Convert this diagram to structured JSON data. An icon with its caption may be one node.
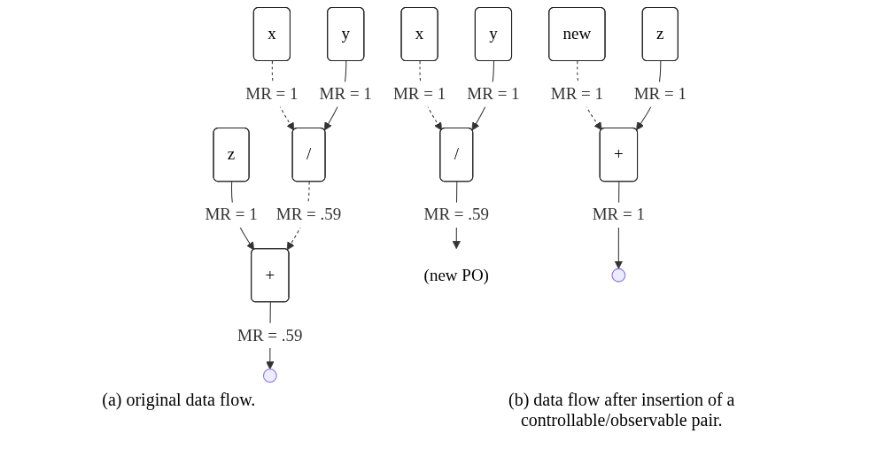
{
  "diagram": {
    "nodes": [
      {
        "text": [
          "x"
        ]
      },
      {
        "text": [
          "y"
        ]
      },
      {
        "text": [
          "z"
        ]
      },
      {
        "text": [
          "/"
        ]
      },
      {
        "text": [
          "+"
        ]
      },
      {
        "text": [],
        "shape": "circle"
      },
      {
        "text": [
          "x"
        ]
      },
      {
        "text": [
          "y"
        ]
      },
      {
        "text": [
          "new"
        ]
      },
      {
        "text": [
          "z"
        ]
      },
      {
        "text": [
          "/"
        ]
      },
      {
        "text": [
          "(new PO)"
        ]
      },
      {
        "text": [
          "+"
        ]
      },
      {
        "text": [],
        "shape": "circle"
      }
    ],
    "edges": [
      {
        "from": 0,
        "to": 3,
        "arrow": "to",
        "label": "MR = 1",
        "style": "dashed"
      },
      {
        "from": 1,
        "to": 3,
        "arrow": "to",
        "label": "MR = 1"
      },
      {
        "from": 2,
        "to": 4,
        "arrow": "to",
        "label": "MR = 1"
      },
      {
        "from": 3,
        "to": 4,
        "arrow": "to",
        "label": "MR = .59",
        "style": "dashed"
      },
      {
        "from": 4,
        "to": 5,
        "arrow": "to",
        "label": "MR = .59"
      },
      {
        "from": 6,
        "to": 10,
        "arrow": "to",
        "label": "MR = 1",
        "style": "dashed"
      },
      {
        "from": 7,
        "to": 10,
        "arrow": "to",
        "label": "MR = 1"
      },
      {
        "from": 10,
        "to": 11,
        "arrow": "to",
        "label": "MR = .59"
      },
      {
        "from": 8,
        "to": 12,
        "arrow": "to",
        "label": "MR = 1",
        "style": "dashed"
      },
      {
        "from": 9,
        "to": 12,
        "arrow": "to",
        "label": "MR = 1"
      },
      {
        "from": 12,
        "to": 13,
        "arrow": "to",
        "label": "MR = 1"
      }
    ],
    "labels": [
      "(a) original data flow.",
      "(b) data flow after insertion of a controllable/observable pair."
    ]
  }
}
